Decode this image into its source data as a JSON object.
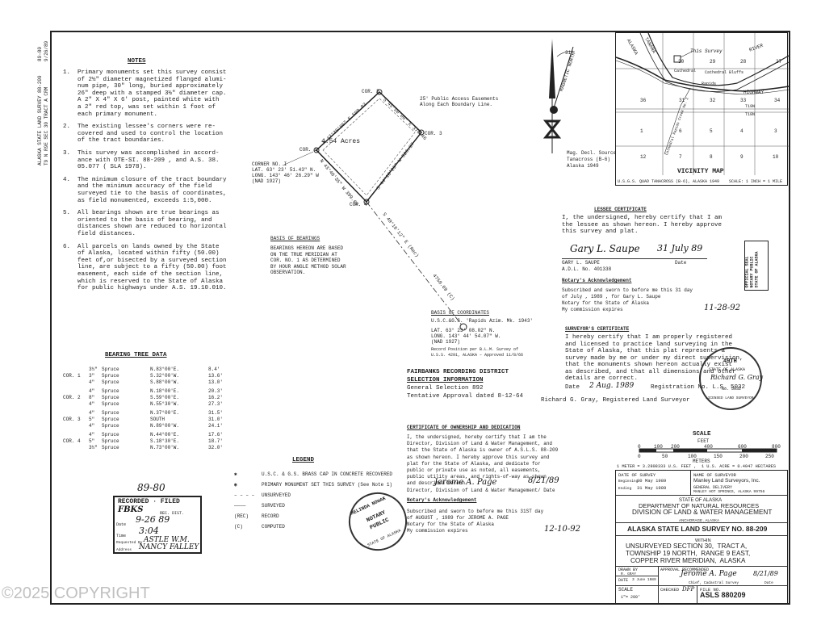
{
  "margin_text": {
    "line1": "ALASKA STATE LAND SURVEY 88-209",
    "line2": "T9 N R9E SEC 30 TRACT A CRM",
    "recno": "89-80",
    "date": "9/26/89"
  },
  "notes": {
    "title": "NOTES",
    "items": [
      {
        "num": "1.",
        "lines": [
          "Primary monuments set this survey consist",
          "of 2½\" diameter magnetized flanged alumi-",
          "num pipe, 30\" long, buried approximately",
          "26\" deep with a stamped 3½\" diameter cap.",
          "A 2\" X 4\" X 6' post, painted white with",
          "a 2\" red top, was set within 1 foot of",
          "each primary monument."
        ]
      },
      {
        "num": "2.",
        "lines": [
          "The existing lessee's corners were re-",
          "covered and used to control the location",
          "of the tract boundaries."
        ]
      },
      {
        "num": "3.",
        "lines": [
          "This survey was accomplished in accord-",
          "ance with OTE-SI. 88-209 , and A.S. 38.",
          "05.077 ( SLA 1978)."
        ]
      },
      {
        "num": "4.",
        "lines": [
          "The minimum closure of the tract boundary",
          "and the minimum accuracy of the field",
          "surveyed tie to the basis of coordinates,",
          "as field monumented, exceeds 1:5,000."
        ]
      },
      {
        "num": "5.",
        "lines": [
          "All bearings shown are true bearings as",
          "oriented to the basis of bearing, and",
          "distances shown are reduced to horizontal",
          "field distances."
        ]
      },
      {
        "num": "6.",
        "lines": [
          "All parcels on lands owned by the State",
          "of Alaska, located within fifty (50.00)",
          "feet of,or bisected by a surveyed section",
          "line, are subject to a fifty (50.00) foot",
          "easement, each side of the section line,",
          "which is reserved to the State of Alaska",
          "for public highways under A.S. 19.10.010."
        ]
      }
    ]
  },
  "plat": {
    "acres": "4.54 Acres",
    "cor1": "COR. 1",
    "cor2": "COR. 2",
    "cor3": "COR. 3",
    "cor4": "COR. 4",
    "easement": [
      "25' Public Access Easements",
      "Along Each Boundary Line."
    ],
    "corner_no1": [
      "CORNER NO. I",
      "LAT. 63° 23' 51.43\" N.",
      "LONG. 143° 46' 26.29\" W",
      "(NAD 1927)"
    ],
    "b1": "N 47°39'05\" E 500.03",
    "b2": "S 45°50'00\" E 370.46",
    "b3": "S 44°18'29\" W 526.37",
    "b4": "N 43°40'35\" W 399.69",
    "b5": "S 49°16'12\" E (Rec)",
    "b6": "4750.69 (C)"
  },
  "basis_bearings": {
    "title": "BASIS OF BEARINGS",
    "lines": [
      "BEARINGS HEREON ARE BASED",
      "ON THE TRUE MERIDIAN AT",
      "COR. NO. 1 AS DETERMINED",
      "BY HOUR ANGLE METHOD SOLAR",
      "OBSERVATION."
    ]
  },
  "basis_coords": {
    "title": "BASIS OF COORDINATES",
    "lines": [
      "U.S.C.&G.S. 'Rapids Azim. Mk. 1943'",
      "LAT. 63° 23' 08.02\" N.",
      "LONG. 143° 44' 54.07\" W.",
      "(NAD 1927)",
      "Record Position per B.L.M. Survey of",
      "U.S.S. 4291, ALASKA – Approved 11/8/66"
    ]
  },
  "north": {
    "true": "N",
    "mag": "MAGNETIC NORTH",
    "angle": "31°",
    "decl": [
      "Mag. Decl. Source",
      "Tanacross (B-6)",
      "Alaska 1949"
    ]
  },
  "vicinity": {
    "this_survey": "This Survey",
    "title": "VICINITY MAP",
    "caption": "U.S.G.S. QUAD TANACROSS (B-6), ALASKA 1949    SCALE: 1 INCH = 1 MILE",
    "labels": [
      "TANANA",
      "RIVER",
      "ALASKA",
      "HIGHWAY",
      "Rapids",
      "Cathedral Bluffs",
      "T19N",
      "T18N",
      "Cathedral Rapids Creek No. 2",
      "Cathedral"
    ],
    "sections_top": [
      "30",
      "29",
      "28",
      "27"
    ],
    "sections_mid": [
      "36",
      "31",
      "32",
      "33",
      "34"
    ],
    "sections_low": [
      "1",
      "6",
      "5",
      "4",
      "3"
    ],
    "sections_bot": [
      "12",
      "7",
      "8",
      "9",
      "10"
    ]
  },
  "lessee": {
    "title": "LESSEE CERTIFICATE",
    "lines": [
      "I, the undersigned, hereby certify that I am",
      "the lessee as shown hereon. I hereby approve",
      "this survey and plat."
    ],
    "signature": "Gary L. Saupe",
    "sig_date": "31 July 89",
    "name": "GARY L. SAUPE",
    "adl": "A.D.L. No. 401338",
    "date_label": "Date",
    "notary_title": "Notary's Acknowledgement",
    "notary_lines": [
      "Subscribed and sworn to before me this 31 day",
      "of July , 1989 , for Gary L. Saupe",
      "Notary for the State of Alaska",
      "My commission expires"
    ],
    "expires": "11-28-92",
    "seal": [
      "OFFICIAL SEAL",
      "NOTARY PUBLIC",
      "STATE OF ALASKA"
    ]
  },
  "surveyor": {
    "title": "SURVEYOR'S CERTIFICATE",
    "lines": [
      "I hereby certify that I am properly registered",
      "and licensed to practice land surveying in the",
      "State of Alaska, that this plat represents a",
      "survey made by me or under my direct supervision,",
      "that the monuments shown hereon actually exist",
      "as described, and that all dimensions and other",
      "details are correct."
    ],
    "date_line": "Date",
    "date_val": "2 Aug. 1989",
    "reg": "Registration No. L.S. 5032",
    "name": "Richard G. Gray, Registered Land Surveyor",
    "seal": [
      "49TH",
      "STATE OF ALASKA",
      "Richard G. Gray",
      "No. 5032",
      "LICENSED LAND SURVEYOR"
    ]
  },
  "fairbanks": {
    "title": "FAIRBANKS RECORDING DISTRICT",
    "sub": "SELECTION INFORMATION",
    "line1": "General Selection 892",
    "line2": "Tentative Approval dated 8-12-64"
  },
  "bearing_tree": {
    "title": "BEARING TREE DATA",
    "groups": [
      {
        "cor": "COR. 1",
        "rows": [
          [
            "3½\"",
            "Spruce",
            "N.83°00'E.",
            "8.4'"
          ],
          [
            "3\"",
            "Spruce",
            "S.32°00'W.",
            "13.6'"
          ],
          [
            "4\"",
            "Spruce",
            "S.88°00'W.",
            "13.0'"
          ]
        ]
      },
      {
        "cor": "COR. 2",
        "rows": [
          [
            "4\"",
            "Spruce",
            "N.18°00'E.",
            "20.3'"
          ],
          [
            "8\"",
            "Spruce",
            "S.59°00'E.",
            "16.2'"
          ],
          [
            "4\"",
            "Spruce",
            "N.55°30'W.",
            "27.3'"
          ]
        ]
      },
      {
        "cor": "COR. 3",
        "rows": [
          [
            "4\"",
            "Spruce",
            "N.37°00'E.",
            "31.5'"
          ],
          [
            "5\"",
            "Spruce",
            "SOUTH",
            "31.0'"
          ],
          [
            "4\"",
            "Spruce",
            "N.89°00'W.",
            "24.1'"
          ]
        ]
      },
      {
        "cor": "COR. 4",
        "rows": [
          [
            "4\"",
            "Spruce",
            "N.44°00'E.",
            "17.6'"
          ],
          [
            "5\"",
            "Spruce",
            "S.18°30'E.",
            "18.7'"
          ],
          [
            "3½\"",
            "Spruce",
            "N.73°00'W.",
            "32.0'"
          ]
        ]
      }
    ]
  },
  "ownership": {
    "title": "CERTIFICATE OF OWNERSHIP AND DEDICATION",
    "lines": [
      "I, the undersigned, hereby certify that I am the",
      "Director, Division of Land & Water Management, and",
      "that the State of Alaska is owner of A.S.L.S. 88-209",
      "as shown hereon. I hereby approve this survey and",
      "plat for the State of Alaska, and dedicate for",
      "public or private use as noted, all easements,",
      "public utility areas, and rights-of-way as shown",
      "and described hereon."
    ],
    "signature": "Jerome A. Page",
    "sig_date": "8/21/89",
    "director": "Director, Division of Land & Water Management/ Date",
    "notary_title": "Notary's Acknowledgement",
    "notary_lines": [
      "Subscribed and sworn to before me this 31ST day",
      "of AUGUST , 1989 for JEROME A. PAGE",
      "Notary for the State of Alaska",
      "My commission expires"
    ],
    "expires": "12-10-92",
    "seal": [
      "MELINDA NOWAK",
      "NOTARY",
      "PUBLIC",
      "STATE OF ALASKA"
    ]
  },
  "legend": {
    "title": "LEGEND",
    "items": [
      {
        "sym": "✱",
        "text": "U.S.C. & G.S. BRASS CAP IN CONCRETE RECOVERED"
      },
      {
        "sym": "◉",
        "text": "PRIMARY MONUMENT SET THIS SURVEY (See Note 1)"
      },
      {
        "sym": "– – – –",
        "text": "UNSURVEYED"
      },
      {
        "sym": "————",
        "text": "SURVEYED"
      },
      {
        "sym": "(REC)",
        "text": "RECORD"
      },
      {
        "sym": "(C)",
        "text": "COMPUTED"
      }
    ]
  },
  "filed": {
    "number": "89-80",
    "stamp": "RECORDED · FILED",
    "district": "FBKS",
    "rec_dist": "REC. DIST.",
    "date": "9-26 89",
    "date_label": "Date",
    "time": "3:04",
    "time_label": "Time",
    "requested": "ASTLE W.M.",
    "requested_label": "Requested By",
    "address": "NANCY FALLEY",
    "address_label": "Address"
  },
  "scale": {
    "title": "SCALE",
    "feet": "FEET",
    "feet_ticks": [
      "0",
      "100",
      "200",
      "400",
      "600",
      "800"
    ],
    "meters": "METERS",
    "meter_ticks": [
      "0",
      "50",
      "100",
      "150",
      "200",
      "250"
    ],
    "conv": "1 METER = 3.2808333 U.S. FEET ,  1 U.S. ACRE = 0.4047 HECTARES"
  },
  "title_block": {
    "date_survey": "DATE OF SURVEY",
    "beginning_label": "Beginning",
    "beginning": "30 May 1989",
    "ending_label": "Ending",
    "ending": "31 May 1989",
    "surveyor_label": "NAME OF SURVEYOR",
    "surveyor": "Manley Land Surveyors, Inc.",
    "delivery": "GENERAL DELIVERY",
    "address": "MANLEY HOT SPRINGS, ALASKA 99756",
    "state": "STATE OF ALASKA",
    "dept": "DEPARTMENT OF NATURAL RESOURCES",
    "division": "DIVISION OF LAND & WATER MANAGEMENT",
    "city": "ANCHORAGE , ALASKA",
    "survey_no": "ALASKA STATE LAND SURVEY NO. 88-209",
    "within": "WITHIN",
    "loc1": "UNSURVEYED SECTION 30,  TRACT A,",
    "loc2": "TOWNSHIP 19 NORTH,  RANGE 9 EAST,",
    "loc3": "COPPER RIVER MERIDIAN,  ALASKA",
    "drawn_label": "DRAWN BY",
    "drawn": "R. GRAY",
    "approval_label": "APPROVAL RECOMMENDED",
    "approval_sig": "Jerome A. Page",
    "approval_date": "8/21/89",
    "chief": "Chief, Cadastral Survey",
    "date_label": "Date",
    "date_label2": "DATE",
    "date_val": "3 June 1989",
    "scale_label": "SCALE",
    "scale_val": "1\"= 200'",
    "checked_label": "CHECKED",
    "checked_val": "DFP",
    "file_label": "FILE NO.",
    "file_val": "ASLS 880209"
  },
  "watermark": "©2025 COPYRIGHT"
}
